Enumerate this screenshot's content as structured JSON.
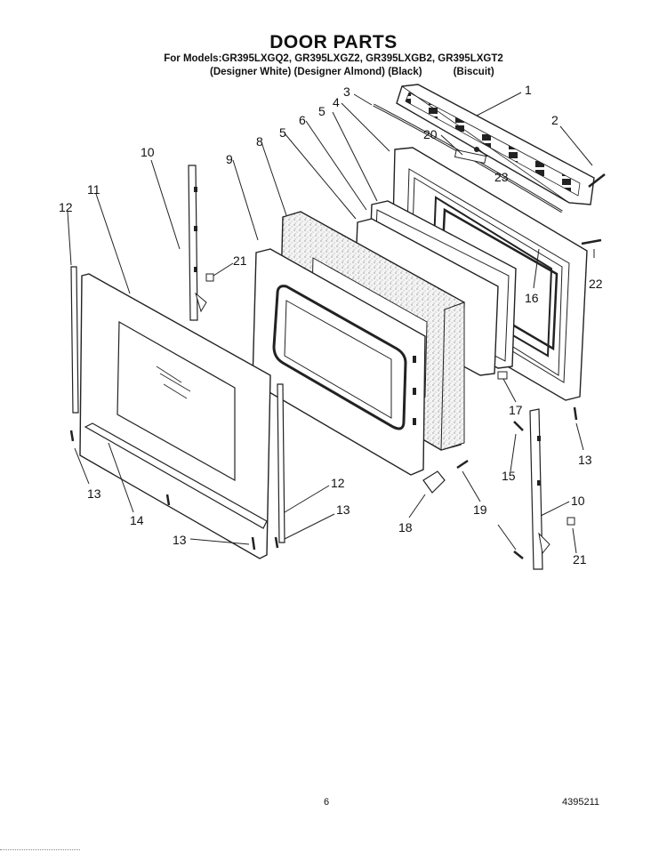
{
  "header": {
    "title": "DOOR PARTS",
    "models_line": "For Models:GR395LXGQ2, GR395LXGZ2, GR395LXGB2, GR395LXGT2",
    "colors_line": "(Designer White) (Designer Almond) (Black)           (Biscuit)"
  },
  "callouts": [
    "1",
    "2",
    "3",
    "4",
    "5",
    "5",
    "6",
    "8",
    "9",
    "10",
    "10",
    "11",
    "12",
    "12",
    "13",
    "13",
    "13",
    "13",
    "14",
    "15",
    "16",
    "17",
    "18",
    "19",
    "20",
    "21",
    "21",
    "22",
    "23"
  ],
  "footer": {
    "page_number": "6",
    "document_number": "4395211"
  }
}
